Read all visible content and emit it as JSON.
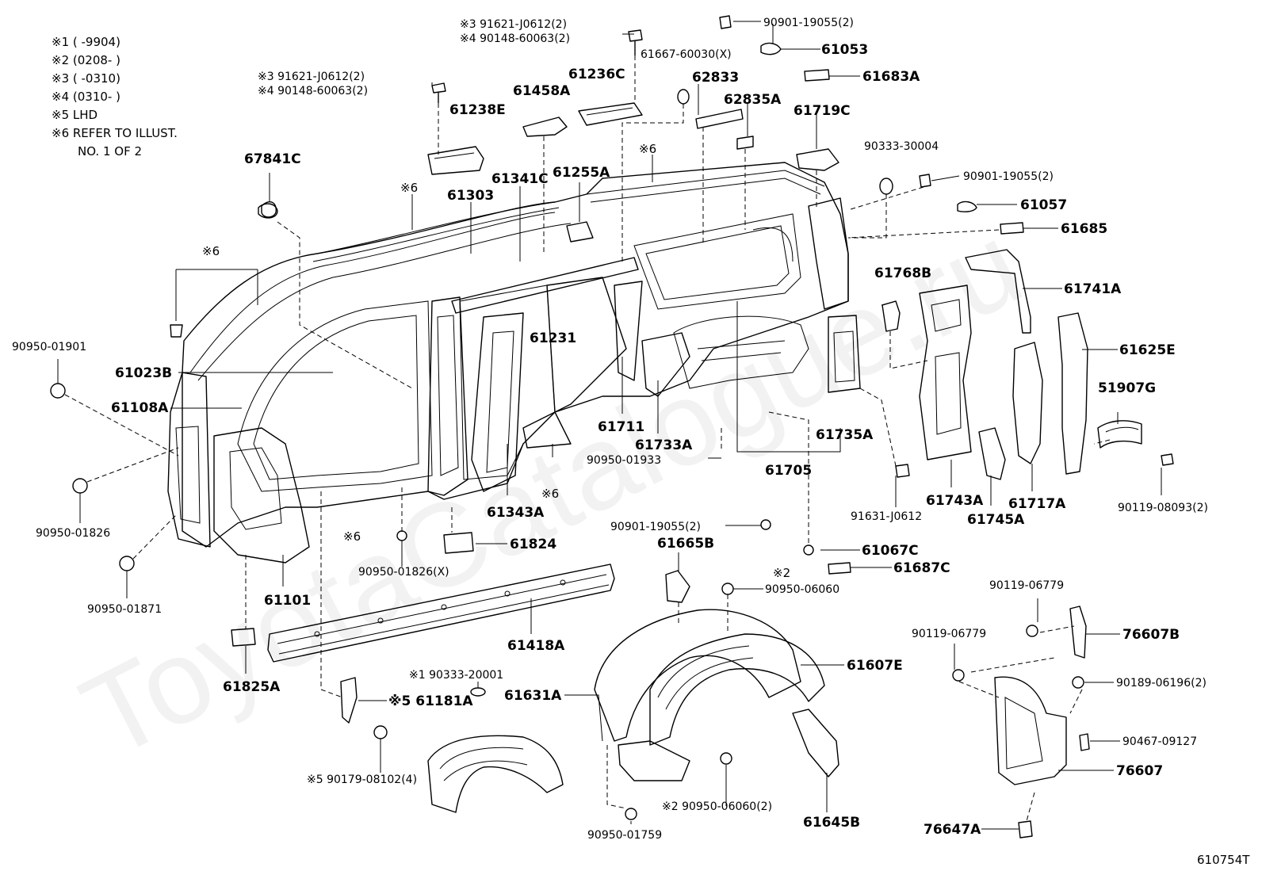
{
  "watermark": "ToyotaCatalogue.ru",
  "diagram_code": "610754T",
  "legend": [
    "※1 (      -9904)",
    "※2 (0208-      )",
    "※3 (      -0310)",
    "※4 (0310-      )",
    "※5 LHD",
    "※6 REFER TO ILLUST.",
    "NO. 1 OF 2"
  ],
  "callouts": [
    "※3 91621-J0612(2)",
    "※4 90148-60063(2)",
    "※3 91621-J0612(2)",
    "※4 90148-60063(2)",
    "61238E",
    "61458A",
    "61236C",
    "61667-60030(X)",
    "90901-19055(2)",
    "61053",
    "62833",
    "62835A",
    "61683A",
    "61719C",
    "90333-30004",
    "90901-19055(2)",
    "61057",
    "61685",
    "67841C",
    "※6",
    "※6",
    "61303",
    "61341C",
    "61255A",
    "※6",
    "61768B",
    "61741A",
    "61625E",
    "90950-01901",
    "61023B",
    "61231",
    "61108A",
    "51907G",
    "61711",
    "61733A",
    "61735A",
    "90950-01933",
    "61705",
    "※6",
    "90950-01826",
    "61343A",
    "90119-08093(2)",
    "91631-J0612",
    "61743A",
    "61717A",
    "61745A",
    "※6",
    "90901-19055(2)",
    "61665B",
    "61067C",
    "61824",
    "61687C",
    "90950-01826(X)",
    "90950-01871",
    "61101",
    "※2",
    "90950-06060",
    "61418A",
    "90119-06779",
    "90119-06779",
    "76607B",
    "61607E",
    "61825A",
    "※1 90333-20001",
    "※5 61181A",
    "61631A",
    "90189-06196(2)",
    "90467-09127",
    "76607",
    "※5 90179-08102(4)",
    "※2 90950-06060(2)",
    "61645B",
    "90950-01759",
    "76647A"
  ]
}
